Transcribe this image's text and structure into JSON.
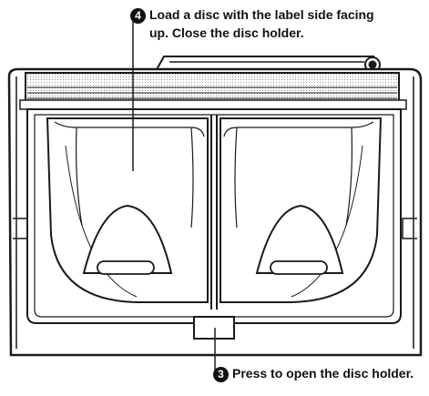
{
  "callouts": [
    {
      "number": "4",
      "line1": "Load a disc with the label side facing",
      "line2": "up. Close the disc holder."
    },
    {
      "number": "3",
      "text": "Press to open the disc holder."
    }
  ],
  "colors": {
    "line": "#1a1a1a",
    "paper": "#ffffff",
    "shade": "#9a9a9a"
  }
}
